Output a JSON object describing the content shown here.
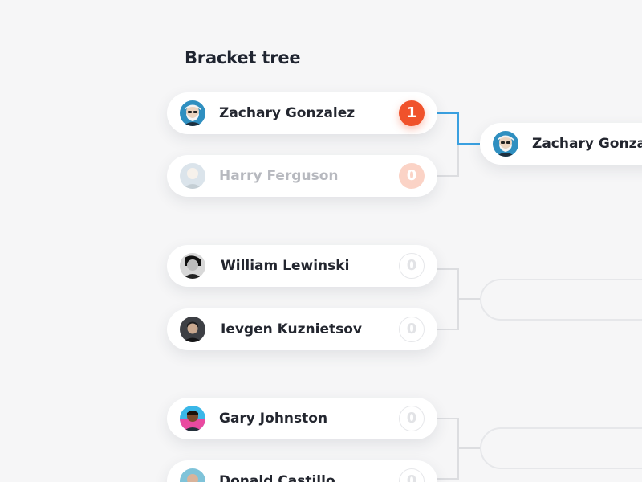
{
  "page": {
    "title": "Bracket tree"
  },
  "rounds": {
    "round1": [
      {
        "match": 1,
        "players": [
          {
            "name": "Zachary Gonzalez",
            "score": "1",
            "state": "win",
            "avatar_icon": "avatar-bearded-man-hat-icon"
          },
          {
            "name": "Harry Ferguson",
            "score": "0",
            "state": "lose",
            "avatar_icon": "avatar-man-light-icon"
          }
        ]
      },
      {
        "match": 2,
        "players": [
          {
            "name": "William Lewinski",
            "score": "0",
            "state": "pending",
            "avatar_icon": "avatar-man-bw-icon"
          },
          {
            "name": "Ievgen Kuznietsov",
            "score": "0",
            "state": "pending",
            "avatar_icon": "avatar-man-dark-icon"
          }
        ]
      },
      {
        "match": 3,
        "players": [
          {
            "name": "Gary Johnston",
            "score": "0",
            "state": "pending",
            "avatar_icon": "avatar-man-colorful-icon"
          },
          {
            "name": "Donald Castillo",
            "score": "0",
            "state": "pending",
            "avatar_icon": "avatar-man-blue-icon"
          }
        ]
      }
    ],
    "round2": [
      {
        "name": "Zachary Gonzale",
        "filled": true,
        "avatar_icon": "avatar-bearded-man-hat-icon"
      },
      {
        "filled": false
      },
      {
        "filled": false
      }
    ]
  },
  "colors": {
    "background": "#f6f6f7",
    "win_badge": "#f0522b",
    "lose_badge": "#fbd3c6",
    "active_connector": "#3aa0e0",
    "idle_connector": "#dcdde0",
    "text": "#23262f",
    "dim_text": "#b7b9bf"
  }
}
